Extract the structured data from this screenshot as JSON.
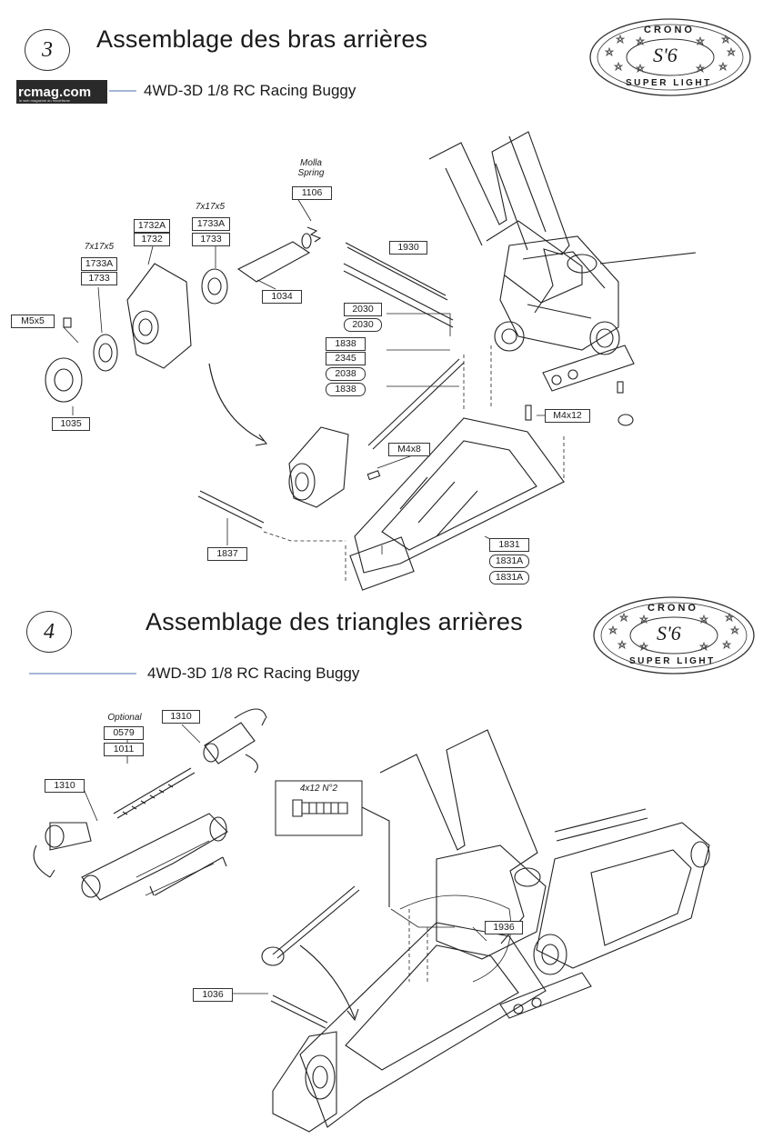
{
  "step3": {
    "number": "3",
    "title": "Assemblage des bras arrières",
    "subtitle": "4WD-3D 1/8 RC Racing Buggy",
    "source_logo": "rcmag.com",
    "source_tagline": "le web magazine du modelisme",
    "labels": {
      "l1106": "1106",
      "l1732A": "1732A",
      "l1732": "1732",
      "l1733A_a": "1733A",
      "l1733_a": "1733",
      "l1733A_b": "1733A",
      "l1733_b": "1733",
      "l1034": "1034",
      "lM5x5": "M5x5",
      "l1035": "1035",
      "l1930": "1930",
      "l2030a": "2030",
      "l2030b": "2030",
      "l1838a": "1838",
      "l2345": "2345",
      "l2038": "2038",
      "l1838b": "1838",
      "lM4x12": "M4x12",
      "lM4x8": "M4x8",
      "l1837": "1837",
      "l1831": "1831",
      "l1831A_a": "1831A",
      "l1831A_b": "1831A"
    },
    "notes": {
      "spring_it": "Molla",
      "spring_en": "Spring",
      "bearing_a": "7x17x5",
      "bearing_b": "7x17x5"
    }
  },
  "step4": {
    "number": "4",
    "title": "Assemblage des triangles arrières",
    "subtitle": "4WD-3D 1/8 RC Racing Buggy",
    "labels": {
      "l0579": "0579",
      "l1011": "1011",
      "l1310a": "1310",
      "l1310b": "1310",
      "l1936": "1936",
      "l1036": "1036"
    },
    "notes": {
      "optional": "Optional",
      "screw": "4x12 N°2"
    }
  },
  "logo": {
    "brand_top": "CRONO",
    "brand_mid": "S'6",
    "brand_bottom": "SUPER LIGHT"
  }
}
